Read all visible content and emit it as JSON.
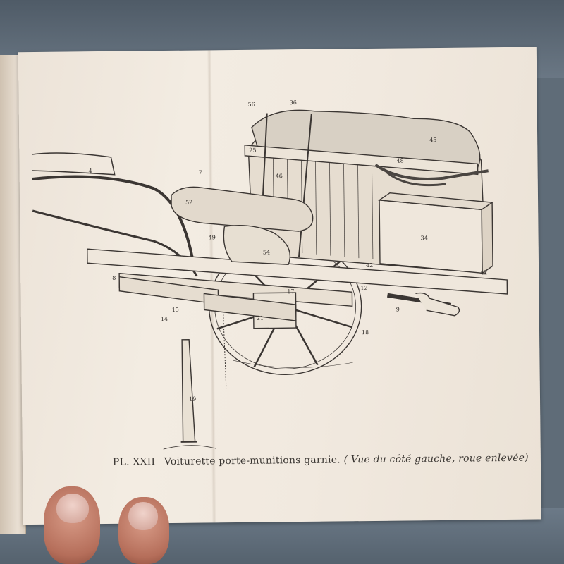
{
  "plate": {
    "number": "PL. XXII",
    "title": "Voiturette porte-munitions garnie.",
    "subtitle": "( Vue du côté gauche, roue enlevée)"
  },
  "callouts": [
    "56",
    "36",
    "25",
    "4",
    "7",
    "46",
    "48",
    "45",
    "52",
    "49",
    "54",
    "34",
    "42",
    "42",
    "8",
    "17",
    "12",
    "15",
    "14",
    "21",
    "9",
    "18",
    "19"
  ]
}
